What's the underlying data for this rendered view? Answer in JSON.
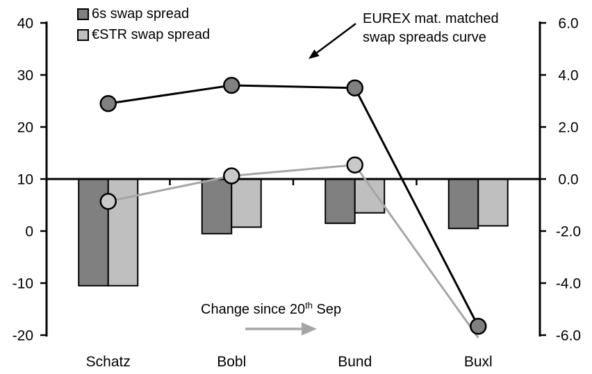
{
  "chart_data": {
    "type": "combo-bar-line-dual-axis",
    "title": "",
    "categories": [
      "Schatz",
      "Bobl",
      "Bund",
      "Buxl"
    ],
    "left_axis": {
      "min": -20,
      "max": 40,
      "tick_values": [
        40,
        30,
        20,
        10,
        0,
        -10,
        -20
      ],
      "tick_labels": [
        "40",
        "30",
        "20",
        "10",
        "0",
        "-10",
        "-20"
      ]
    },
    "right_axis": {
      "min": -6,
      "max": 6,
      "tick_values": [
        6,
        4,
        2,
        0,
        -2,
        -4,
        -6
      ],
      "tick_labels": [
        "6.0",
        "4.0",
        "2.0",
        "0.0",
        "-2.0",
        "-4.0",
        "-6.0"
      ]
    },
    "bar_series": [
      {
        "name": "6s swap spread",
        "axis": "right",
        "color": "#808080",
        "values": [
          -4.1,
          -2.1,
          -1.7,
          -1.9
        ]
      },
      {
        "name": "€STR swap spread",
        "axis": "right",
        "color": "#bfbfbf",
        "values": [
          -4.1,
          -1.85,
          -1.3,
          -1.8
        ]
      }
    ],
    "line_series": [
      {
        "name": "6s swap spread curve",
        "axis": "left",
        "color": "#000000",
        "marker_color": "#808080",
        "values": [
          24.5,
          28,
          27.5,
          -18.3
        ],
        "markers": [
          true,
          true,
          true,
          true
        ]
      },
      {
        "name": "€STR swap spread curve",
        "axis": "left",
        "color": "#a6a6a6",
        "marker_color": "#c9c9c9",
        "values": [
          5.7,
          10.6,
          12.7,
          -20.5
        ],
        "markers": [
          true,
          true,
          true,
          false
        ]
      }
    ],
    "legend": [
      "6s swap spread",
      "€STR swap spread"
    ],
    "legend_position": "top-left",
    "grid": false,
    "annotations": {
      "eurex": {
        "line1": "EUREX mat. matched",
        "line2": "swap spreads curve"
      },
      "change": {
        "pre": "Change since 20",
        "sup": "th",
        "post": " Sep"
      }
    }
  }
}
